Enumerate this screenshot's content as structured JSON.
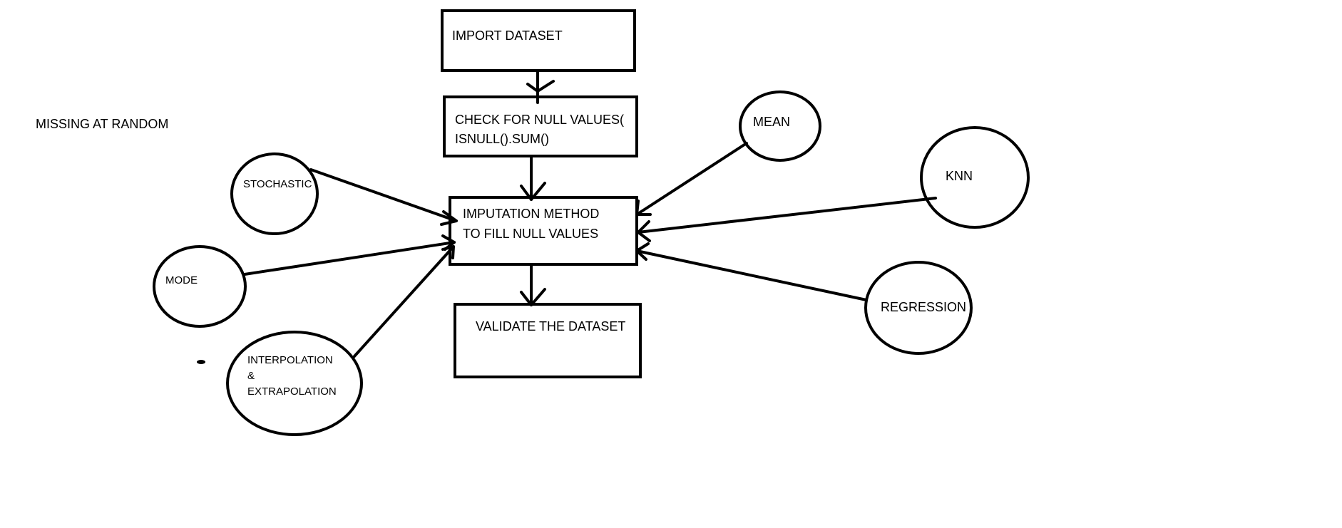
{
  "diagram": {
    "title": "MISSING AT RANDOM",
    "boxes": {
      "import": "IMPORT DATASET",
      "check_line1": "CHECK FOR NULL VALUES(",
      "check_line2": "ISNULL().SUM()",
      "impute_line1": "IMPUTATION METHOD",
      "impute_line2": "TO FILL NULL VALUES",
      "validate": "VALIDATE THE DATASET"
    },
    "methods": {
      "stochastic": "STOCHASTIC",
      "mode": "MODE",
      "interp_line1": "INTERPOLATION",
      "interp_line2": "&",
      "interp_line3": "EXTRAPOLATION",
      "mean": "MEAN",
      "knn": "KNN",
      "regression": "REGRESSION"
    }
  }
}
